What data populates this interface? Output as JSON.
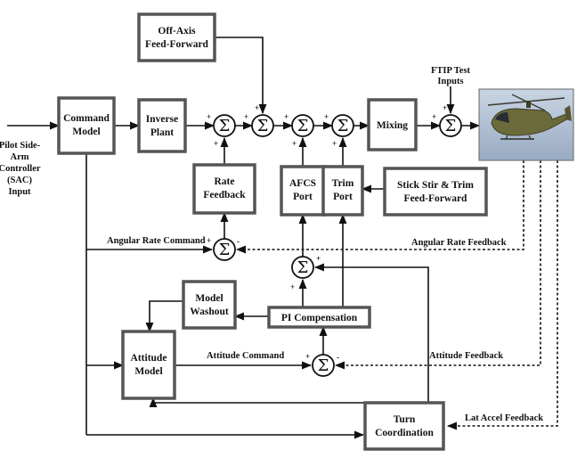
{
  "blocks": {
    "off_axis": [
      "Off-Axis",
      "Feed-Forward"
    ],
    "command_model": [
      "Command",
      "Model"
    ],
    "inverse_plant": [
      "Inverse",
      "Plant"
    ],
    "mixing": [
      "Mixing"
    ],
    "rate_feedback": [
      "Rate",
      "Feedback"
    ],
    "afcs_port": [
      "AFCS",
      "Port"
    ],
    "trim_port": [
      "Trim",
      "Port"
    ],
    "stick_stir": [
      "Stick Stir & Trim",
      "Feed-Forward"
    ],
    "model_washout": [
      "Model",
      "Washout"
    ],
    "pi_compensation": [
      "PI Compensation"
    ],
    "attitude_model": [
      "Attitude",
      "Model"
    ],
    "turn_coordination": [
      "Turn",
      "Coordination"
    ]
  },
  "input_label": [
    "Pilot Side-",
    "Arm",
    "Controller",
    "(SAC)",
    "Input"
  ],
  "ftip_label": [
    "FTIP Test",
    "Inputs"
  ],
  "signals": {
    "angular_rate_command": "Angular Rate Command",
    "angular_rate_feedback": "Angular Rate Feedback",
    "attitude_command": "Attitude Command",
    "attitude_feedback": "Attitude Feedback",
    "lat_accel_feedback": "Lat Accel Feedback"
  },
  "sum_symbol": "Σ",
  "plus": "+",
  "minus": "-",
  "image": {
    "subject": "helicopter-photo",
    "sky_color": "#aebfd4",
    "body_color": "#6b6a3a"
  }
}
